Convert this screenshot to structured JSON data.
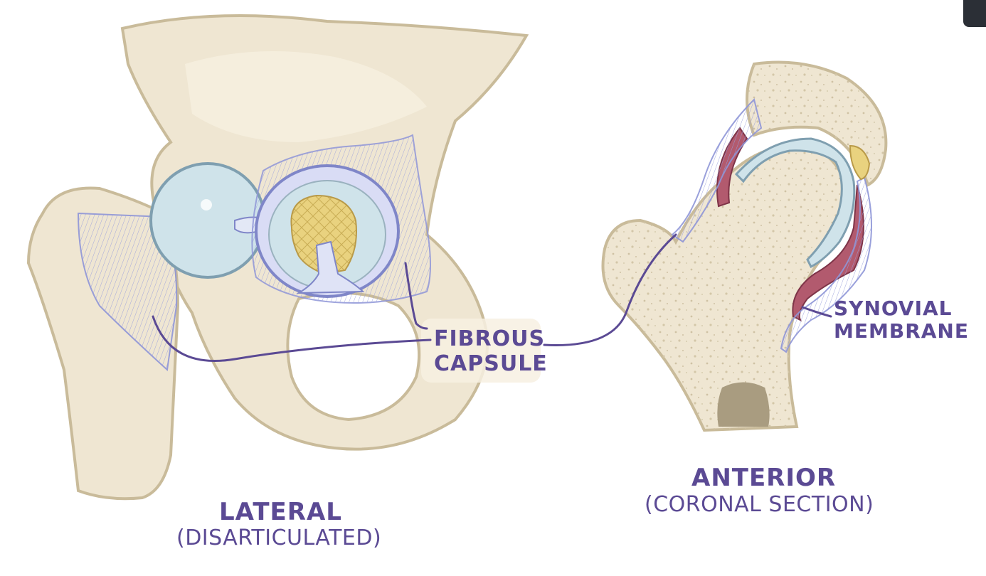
{
  "labels": {
    "fibrous_capsule": [
      "FIBROUS",
      "CAPSULE"
    ],
    "synovial_membrane": [
      "SYNOVIAL",
      "MEMBRANE"
    ],
    "lateral": {
      "title": "LATERAL",
      "subtitle": "(DISARTICULATED)"
    },
    "anterior": {
      "title": "ANTERIOR",
      "subtitle": "(CORONAL SECTION)"
    }
  },
  "colors": {
    "bone": "#efe6d2",
    "bone_outline": "#c9bb9a",
    "cartilage": "#cfe3ea",
    "capsule": "#d9dcf5",
    "capsule_lines": "#8f96d8",
    "marrow": "#e7cf7a",
    "synovial": "#b25a6e",
    "label": "#5b4a94",
    "label_bg": "#f7f0e2"
  }
}
